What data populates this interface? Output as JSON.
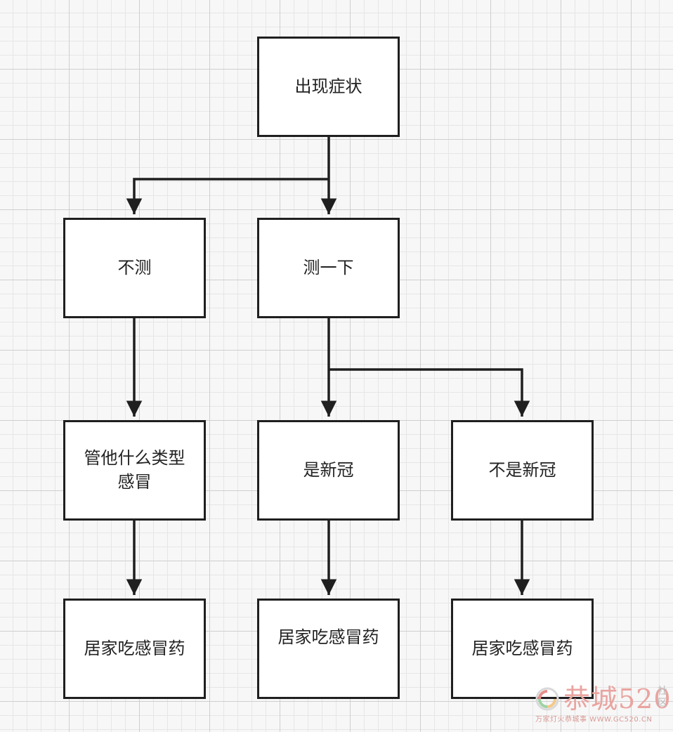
{
  "nodes": {
    "symptom": "出现症状",
    "no_test": "不测",
    "test": "测一下",
    "any_flu_line1": "管他什么类型",
    "any_flu_line2": "感冒",
    "covid": "是新冠",
    "not_covid": "不是新冠",
    "home_medicine_1": "居家吃感冒药",
    "home_medicine_2": "居家吃感冒药",
    "home_medicine_3": "居家吃感冒药"
  },
  "watermark": {
    "brand": "恭城520",
    "side": "社区",
    "subtitle": "万家灯火恭城事 WWW.GC520.CN"
  },
  "colors": {
    "line": "#1f1f1f",
    "watermark": "#e9a4a0"
  }
}
